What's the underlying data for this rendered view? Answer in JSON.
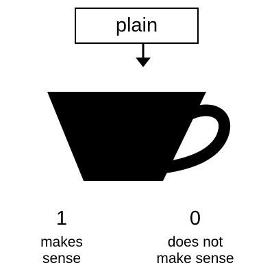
{
  "box": {
    "label": "plain"
  },
  "outcomes": [
    {
      "value": "1",
      "label_line1": "makes",
      "label_line2": "sense"
    },
    {
      "value": "0",
      "label_line1": "does not",
      "label_line2": "make sense"
    }
  ],
  "icons": {
    "arrow": "arrow-down-icon",
    "cup": "cup-icon"
  },
  "colors": {
    "ink": "#000000",
    "background": "#ffffff"
  }
}
